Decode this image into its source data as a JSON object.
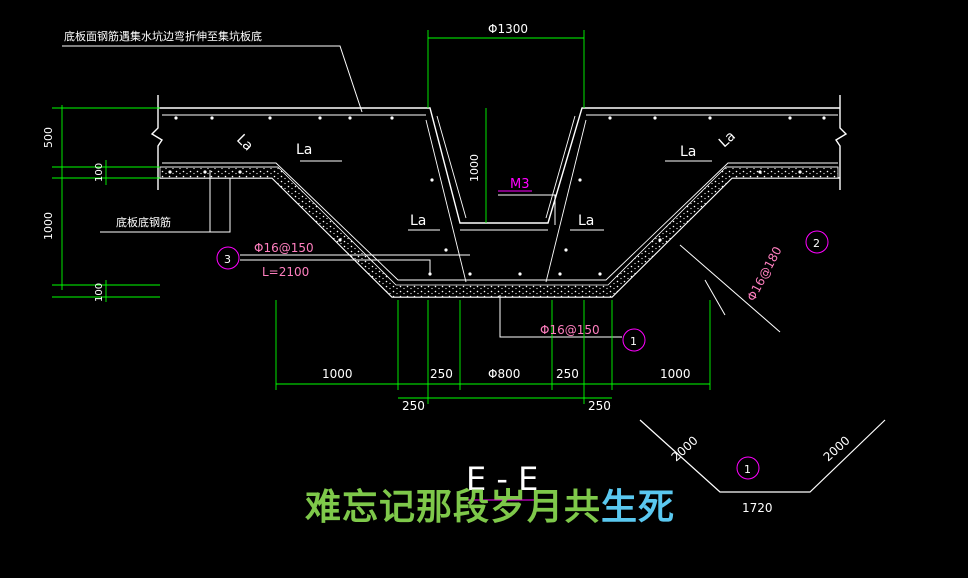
{
  "drawing": {
    "top_label": "底板面钢筋遇集水坑边弯折伸至集坑板底",
    "bottom_bar_label": "底板底钢筋",
    "section_title": "E - E",
    "dims": {
      "pit_top_width": "Φ1300",
      "left_500": "500",
      "left_100_top": "100",
      "left_1000": "1000",
      "left_100_bot": "100",
      "pit_depth": "1000",
      "bottom_1000_left": "1000",
      "bottom_250_a": "250",
      "bottom_pit_width": "Φ800",
      "bottom_250_b": "250",
      "bottom_1000_right": "1000",
      "bottom_250_c": "250",
      "bottom_250_d": "250",
      "detail_2000_left": "2000",
      "detail_2000_right": "2000",
      "detail_1720": "1720"
    },
    "la_labels": [
      "La",
      "La",
      "La",
      "La",
      "La",
      "La"
    ],
    "marks": {
      "m3": "M3",
      "bar3_spec": "Φ16@150",
      "bar3_length": "L=2100",
      "bar3_no": "3",
      "bar1_spec": "Φ16@150",
      "bar1_no": "1",
      "bar2_spec": "Φ16@180",
      "bar2_no": "2",
      "detail_no": "1"
    }
  },
  "overlay": {
    "part_green": "难忘记那段岁月共",
    "part_blue": "生死"
  },
  "colors": {
    "background": "#000000",
    "concrete": "#ffffff",
    "dimension": "#00ff00",
    "mark": "#ff00ff",
    "rebar_text": "#ff7fbf",
    "overlay_green": "#7ec84a",
    "overlay_blue": "#5ac8f0"
  }
}
